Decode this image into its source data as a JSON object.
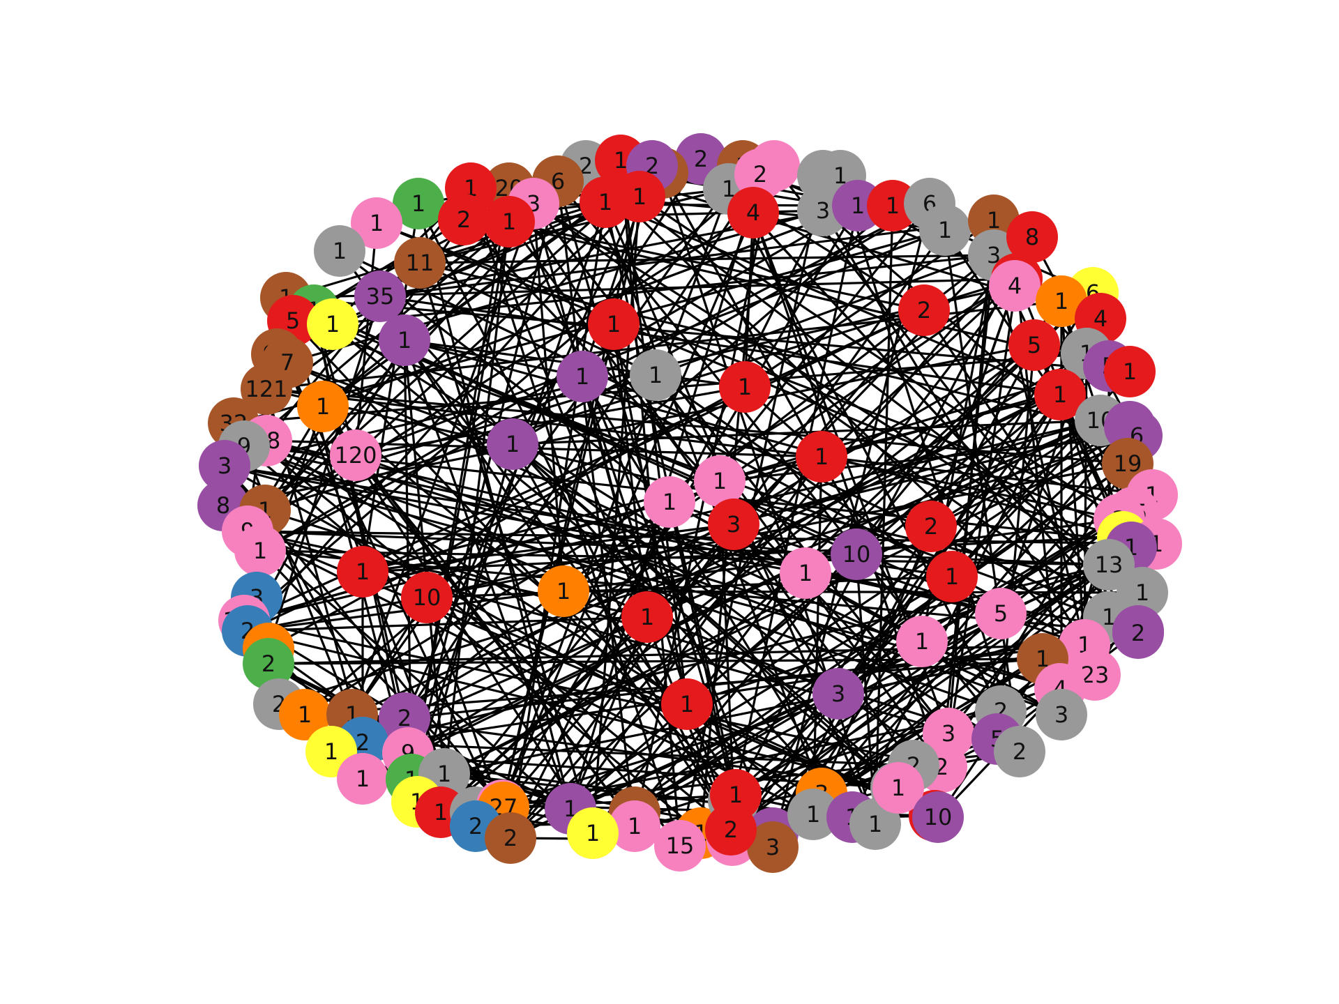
{
  "palette": {
    "red": "#e41a1c",
    "blue": "#377eb8",
    "green": "#4daf4a",
    "purple": "#984ea3",
    "orange": "#ff7f00",
    "yellow": "#ffff33",
    "brown": "#a65628",
    "pink": "#f781bf",
    "gray": "#999999"
  },
  "edge_color": "#000000",
  "label_color": "#111111",
  "nodes": [
    {
      "label": "2",
      "color": "gray"
    },
    {
      "label": "2",
      "color": "purple"
    },
    {
      "label": "1",
      "color": "brown"
    },
    {
      "label": "1",
      "color": "red"
    },
    {
      "label": "1",
      "color": "brown"
    },
    {
      "label": "1",
      "color": "pink"
    },
    {
      "label": "2",
      "color": "purple"
    },
    {
      "label": "1",
      "color": "gray"
    },
    {
      "label": "2",
      "color": "pink"
    },
    {
      "label": "1",
      "color": "gray"
    },
    {
      "label": "1",
      "color": "gray"
    },
    {
      "label": "6",
      "color": "brown"
    },
    {
      "label": "20",
      "color": "brown"
    },
    {
      "label": "1",
      "color": "red"
    },
    {
      "label": "3",
      "color": "pink"
    },
    {
      "label": "1",
      "color": "red"
    },
    {
      "label": "1",
      "color": "red"
    },
    {
      "label": "4",
      "color": "red"
    },
    {
      "label": "1",
      "color": "green"
    },
    {
      "label": "1",
      "color": "pink"
    },
    {
      "label": "2",
      "color": "red"
    },
    {
      "label": "1",
      "color": "red"
    },
    {
      "label": "3",
      "color": "gray"
    },
    {
      "label": "1",
      "color": "purple"
    },
    {
      "label": "1",
      "color": "red"
    },
    {
      "label": "6",
      "color": "gray"
    },
    {
      "label": "1",
      "color": "gray"
    },
    {
      "label": "1",
      "color": "brown"
    },
    {
      "label": "3",
      "color": "gray"
    },
    {
      "label": "8",
      "color": "red"
    },
    {
      "label": "1",
      "color": "gray"
    },
    {
      "label": "11",
      "color": "brown"
    },
    {
      "label": "1",
      "color": "red"
    },
    {
      "label": "4",
      "color": "pink"
    },
    {
      "label": "6",
      "color": "yellow"
    },
    {
      "label": "1",
      "color": "orange"
    },
    {
      "label": "4",
      "color": "red"
    },
    {
      "label": "1",
      "color": "brown"
    },
    {
      "label": "35",
      "color": "purple"
    },
    {
      "label": "1",
      "color": "green"
    },
    {
      "label": "5",
      "color": "red"
    },
    {
      "label": "1",
      "color": "yellow"
    },
    {
      "label": "1",
      "color": "red"
    },
    {
      "label": "1",
      "color": "purple"
    },
    {
      "label": "2",
      "color": "red"
    },
    {
      "label": "5",
      "color": "red"
    },
    {
      "label": "97",
      "color": "brown"
    },
    {
      "label": "7",
      "color": "brown"
    },
    {
      "label": "1",
      "color": "gray"
    },
    {
      "label": "5",
      "color": "purple"
    },
    {
      "label": "1",
      "color": "red"
    },
    {
      "label": "1",
      "color": "purple"
    },
    {
      "label": "1",
      "color": "gray"
    },
    {
      "label": "1",
      "color": "red"
    },
    {
      "label": "121",
      "color": "brown"
    },
    {
      "label": "1",
      "color": "red"
    },
    {
      "label": "1",
      "color": "orange"
    },
    {
      "label": "10",
      "color": "gray"
    },
    {
      "label": "32",
      "color": "brown"
    },
    {
      "label": "78",
      "color": "pink"
    },
    {
      "label": "9",
      "color": "gray"
    },
    {
      "label": "5",
      "color": "purple"
    },
    {
      "label": "6",
      "color": "purple"
    },
    {
      "label": "1",
      "color": "purple"
    },
    {
      "label": "120",
      "color": "pink"
    },
    {
      "label": "3",
      "color": "purple"
    },
    {
      "label": "1",
      "color": "red"
    },
    {
      "label": "19",
      "color": "brown"
    },
    {
      "label": "1",
      "color": "pink"
    },
    {
      "label": "1",
      "color": "pink"
    },
    {
      "label": "8",
      "color": "purple"
    },
    {
      "label": "1",
      "color": "brown"
    },
    {
      "label": "15",
      "color": "pink"
    },
    {
      "label": "3",
      "color": "red"
    },
    {
      "label": "2",
      "color": "red"
    },
    {
      "label": "2",
      "color": "pink"
    },
    {
      "label": "9",
      "color": "pink"
    },
    {
      "label": "1",
      "color": "yellow"
    },
    {
      "label": "1",
      "color": "pink"
    },
    {
      "label": "1",
      "color": "red"
    },
    {
      "label": "1",
      "color": "pink"
    },
    {
      "label": "1",
      "color": "purple"
    },
    {
      "label": "10",
      "color": "purple"
    },
    {
      "label": "1",
      "color": "pink"
    },
    {
      "label": "13",
      "color": "gray"
    },
    {
      "label": "1",
      "color": "red"
    },
    {
      "label": "10",
      "color": "red"
    },
    {
      "label": "1",
      "color": "orange"
    },
    {
      "label": "1",
      "color": "gray"
    },
    {
      "label": "3",
      "color": "blue"
    },
    {
      "label": "1",
      "color": "red"
    },
    {
      "label": "1",
      "color": "gray"
    },
    {
      "label": "2",
      "color": "purple"
    },
    {
      "label": "107",
      "color": "pink"
    },
    {
      "label": "2",
      "color": "blue"
    },
    {
      "label": "1",
      "color": "orange"
    },
    {
      "label": "5",
      "color": "pink"
    },
    {
      "label": "1",
      "color": "pink"
    },
    {
      "label": "1",
      "color": "pink"
    },
    {
      "label": "2",
      "color": "green"
    },
    {
      "label": "1",
      "color": "brown"
    },
    {
      "label": "23",
      "color": "pink"
    },
    {
      "label": "2",
      "color": "purple"
    },
    {
      "label": "4",
      "color": "pink"
    },
    {
      "label": "2",
      "color": "gray"
    },
    {
      "label": "1",
      "color": "red"
    },
    {
      "label": "3",
      "color": "purple"
    },
    {
      "label": "1",
      "color": "orange"
    },
    {
      "label": "1",
      "color": "brown"
    },
    {
      "label": "2",
      "color": "gray"
    },
    {
      "label": "3",
      "color": "gray"
    },
    {
      "label": "2",
      "color": "purple"
    },
    {
      "label": "2",
      "color": "blue"
    },
    {
      "label": "1",
      "color": "yellow"
    },
    {
      "label": "3",
      "color": "pink"
    },
    {
      "label": "5",
      "color": "purple"
    },
    {
      "label": "2",
      "color": "gray"
    },
    {
      "label": "2",
      "color": "pink"
    },
    {
      "label": "2",
      "color": "gray"
    },
    {
      "label": "9",
      "color": "pink"
    },
    {
      "label": "1",
      "color": "pink"
    },
    {
      "label": "1",
      "color": "green"
    },
    {
      "label": "1",
      "color": "gray"
    },
    {
      "label": "1",
      "color": "gray"
    },
    {
      "label": "3",
      "color": "orange"
    },
    {
      "label": "1",
      "color": "yellow"
    },
    {
      "label": "1",
      "color": "red"
    },
    {
      "label": "1",
      "color": "gray"
    },
    {
      "label": "1",
      "color": "pink"
    },
    {
      "label": "27",
      "color": "orange"
    },
    {
      "label": "2",
      "color": "blue"
    },
    {
      "label": "2",
      "color": "brown"
    },
    {
      "label": "1",
      "color": "purple"
    },
    {
      "label": "6",
      "color": "brown"
    },
    {
      "label": "2",
      "color": "pink"
    },
    {
      "label": "1",
      "color": "pink"
    },
    {
      "label": "1",
      "color": "orange"
    },
    {
      "label": "1",
      "color": "yellow"
    },
    {
      "label": "8",
      "color": "gray"
    },
    {
      "label": "15",
      "color": "pink"
    },
    {
      "label": "1",
      "color": "purple"
    },
    {
      "label": "28",
      "color": "pink"
    },
    {
      "label": "3",
      "color": "brown"
    },
    {
      "label": "1",
      "color": "gray"
    },
    {
      "label": "1",
      "color": "purple"
    },
    {
      "label": "1",
      "color": "gray"
    },
    {
      "label": "1",
      "color": "red"
    },
    {
      "label": "1",
      "color": "pink"
    },
    {
      "label": "1",
      "color": "red"
    },
    {
      "label": "2",
      "color": "red"
    },
    {
      "label": "10",
      "color": "purple"
    },
    {
      "label": "1",
      "color": "pink"
    }
  ]
}
